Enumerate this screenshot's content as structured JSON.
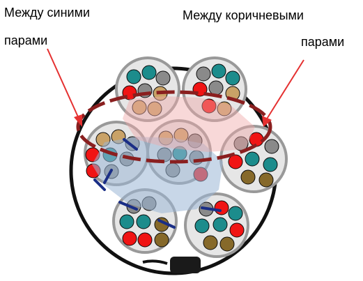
{
  "labels": {
    "blue_pairs": {
      "line1": "Между синими",
      "line2": "парами"
    },
    "brown_pairs": {
      "line1": "Между коричневыми",
      "line2": "парами"
    }
  },
  "colors": {
    "jacket": "#111111",
    "sub_bundle_sheath": "#9a9a9a",
    "red_loop": "#8a1f1f",
    "arrow": "#e53030",
    "blue_overlay": "#9bb6d6",
    "pink_overlay": "#f0a8a8",
    "wire_teal": "#1c8c8c",
    "wire_red": "#f01414",
    "wire_grey": "#8a8a8a",
    "wire_tan": "#c9a267",
    "wire_olive": "#86692a",
    "wire_navy": "#1a2e86"
  }
}
